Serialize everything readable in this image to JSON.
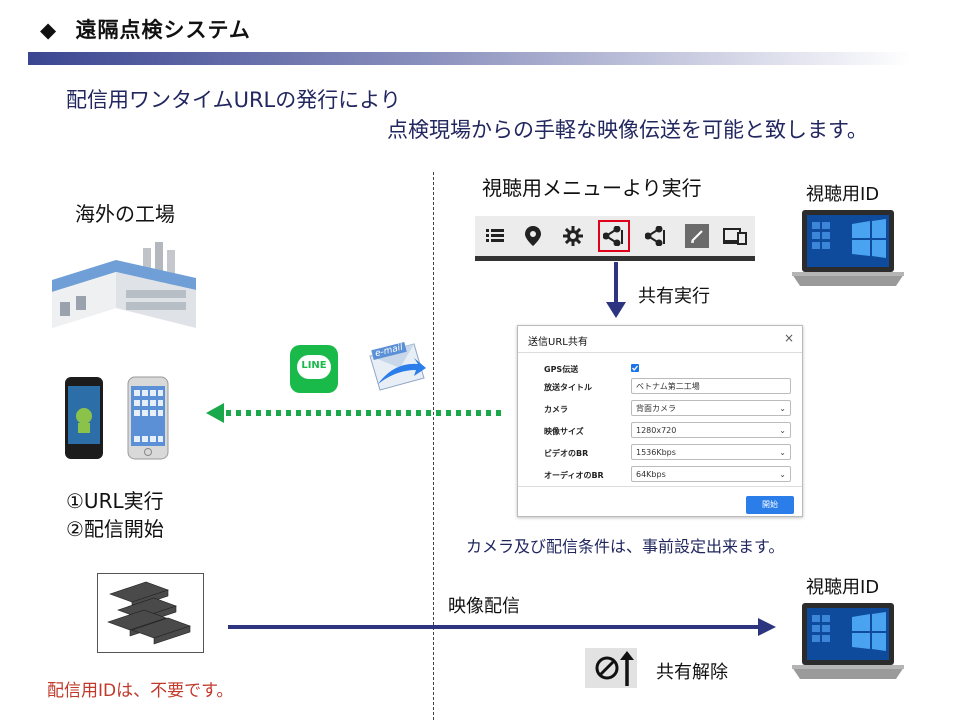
{
  "header": {
    "bullet": "◆",
    "title": "遠隔点検システム"
  },
  "lead": {
    "line1": "配信用ワンタイムURLの発行により",
    "line2": "点検現場からの手軽な映像伝送を可能と致します。"
  },
  "left": {
    "factory_label": "海外の工場",
    "steps": [
      "①URL実行",
      "②配信開始"
    ],
    "note": "配信用IDは、不要です。"
  },
  "right": {
    "menu_title": "視聴用メニューより実行",
    "share_exec": "共有実行",
    "viewer_id_top": "視聴用ID",
    "viewer_id_bottom": "視聴用ID",
    "preset_note": "カメラ及び配信条件は、事前設定出来ます。",
    "stream_label": "映像配信",
    "unshare_label": "共有解除"
  },
  "toolbar": {
    "icons": [
      "list-icon",
      "location-pin-icon",
      "gear-icon",
      "share-icon",
      "share-icon",
      "edit-icon",
      "devices-icon"
    ],
    "active_index": 3
  },
  "dialog": {
    "title": "送信URL共有",
    "close": "×",
    "rows": [
      {
        "label": "GPS伝送",
        "value": ""
      },
      {
        "label": "放送タイトル",
        "value": "ベトナム第二工場"
      },
      {
        "label": "カメラ",
        "value": "背面カメラ"
      },
      {
        "label": "映像サイズ",
        "value": "1280x720"
      },
      {
        "label": "ビデオのBR",
        "value": "1536Kbps"
      },
      {
        "label": "オーディオのBR",
        "value": "64Kbps"
      }
    ],
    "gps_checked": true,
    "start_button": "開始"
  },
  "badges": {
    "line": "LINE",
    "email": "e-mail"
  },
  "colors": {
    "arrow_blue": "#2e3580",
    "arrow_green": "#19a84a",
    "red_frame": "#e0001b",
    "note_red": "#c0392b"
  }
}
